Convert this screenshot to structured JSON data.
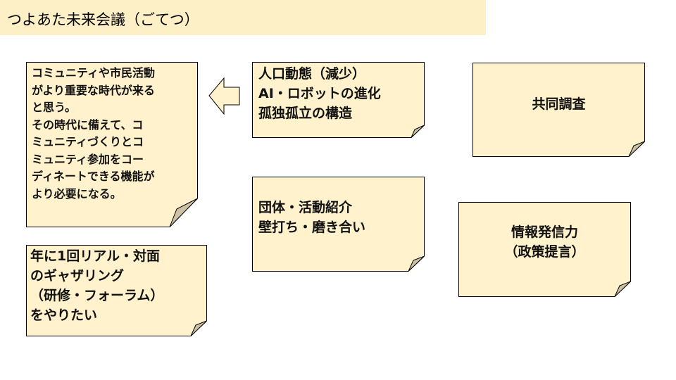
{
  "title": "つよあた未来会議（ごてつ）",
  "notes": [
    {
      "text": "コミュニティや市民活動\nがより重要な時代が来る\nと思う。\nその時代に備えて、コ\nミュニティづくりとコ\nミュニティ参加をコー\nディネートできる機能が\nより必要になる。"
    },
    {
      "text": "人口動態（減少）\nAI・ロボットの進化\n孤独孤立の構造"
    },
    {
      "text": "共同調査"
    },
    {
      "text": "団体・活動紹介\n壁打ち・磨き合い"
    },
    {
      "text": "情報発信力\n（政策提言）"
    },
    {
      "text": "年に1回リアル・対面\nのギャザリング\n（研修・フォーラム）\nをやりたい"
    }
  ],
  "colors": {
    "note_fill": "#fff2cc",
    "fold_fill": "#ccc1a3",
    "title_bg": "#fdf0c6"
  }
}
